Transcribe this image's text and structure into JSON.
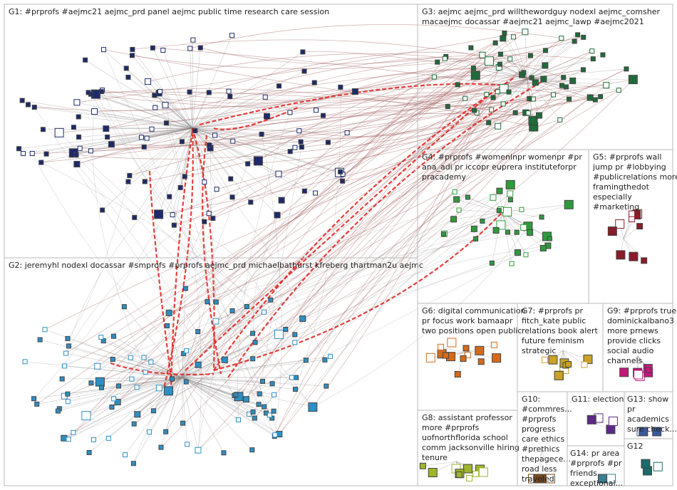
{
  "groups": [
    {
      "id": "G1",
      "label_lines": [
        "G1: #prprofs #aejmc21 aejmc_prd panel aejmc public time research care session"
      ],
      "accent": "#1d2a6b"
    },
    {
      "id": "G2",
      "label_lines": [
        "G2: jeremyhl nodexl docassar #smprofs #prprofs aejmc_prd michaelbathurst kfreberg thartman2u aejmc"
      ],
      "accent": "#2d8fc4"
    },
    {
      "id": "G3",
      "label_lines": [
        "G3: aejmc aejmc_prd willthewordguy nodexl aejmc_comsher",
        "macaejmc docassar #aejmc21 aejmc_lawp #aejmc2021"
      ],
      "accent": "#1f6b3a"
    },
    {
      "id": "G4",
      "label_lines": [
        "G4: #prprofs #womeninpr womenpr #pr",
        "ana_adi pr iccopr euprera instituteforpr",
        "pracademy"
      ],
      "accent": "#2f9a3c"
    },
    {
      "id": "G5",
      "label_lines": [
        "G5: #prprofs wall",
        "jump pr #lobbying",
        "#publicrelations more",
        "framingthedot",
        "especially",
        "#marketing"
      ],
      "accent": "#8a1c2a"
    },
    {
      "id": "G6",
      "label_lines": [
        "G6: digital communication",
        "pr focus work bamaapr",
        "two positions open public"
      ],
      "accent": "#d46b1a"
    },
    {
      "id": "G7",
      "label_lines": [
        "G7: #prprofs pr",
        "fitch_kate public",
        "relations book alert",
        "future feminism",
        "strategic"
      ],
      "accent": "#c9a227"
    },
    {
      "id": "G8",
      "label_lines": [
        "G8: assistant professor",
        "more #prprofs",
        "uofnorthflorida school",
        "comm jacksonville hiring",
        "tenure"
      ],
      "accent": "#9fb52c"
    },
    {
      "id": "G9",
      "label_lines": [
        "G9: #prprofs true",
        "dominickalbano3",
        "more prnews",
        "provide clicks",
        "social audio",
        "channels"
      ],
      "accent": "#c2187a"
    },
    {
      "id": "G10",
      "label_lines": [
        "G10:",
        "#commres...",
        "#prprofs",
        "progress",
        "care ethics",
        "#prethics",
        "thepagece...",
        "road less",
        "traveled"
      ],
      "accent": "#7a4a1d"
    },
    {
      "id": "G11",
      "label_lines": [
        "G11: election"
      ],
      "accent": "#5b2a86"
    },
    {
      "id": "G12",
      "label_lines": [
        "G12"
      ],
      "accent": "#1d6b6b"
    },
    {
      "id": "G13",
      "label_lines": [
        "G13: show",
        "pr",
        "academics",
        "sure check..."
      ],
      "accent": "#3a5a9e"
    },
    {
      "id": "G14",
      "label_lines": [
        "G14: pr area",
        "#prprofs #pr",
        "friends",
        "exceptional..."
      ],
      "accent": "#3a7f8f"
    }
  ],
  "colors": {
    "edge_gray": "#8c8c8c",
    "edge_brown": "#a05a5a",
    "edge_red": "#e0201b",
    "node_stroke": "#444444"
  }
}
